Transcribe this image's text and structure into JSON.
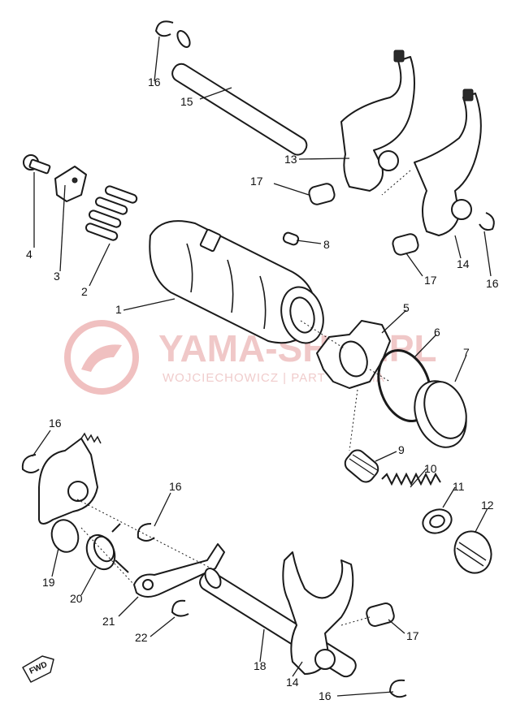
{
  "watermark": {
    "title": "YAMA-SHOP.PL",
    "subtitle": "WOJCIECHOWICZ | PART YAMAHA",
    "color": "#e8a0a0"
  },
  "direction_label": "FWD",
  "callouts": [
    {
      "label": "1"
    },
    {
      "label": "2"
    },
    {
      "label": "3"
    },
    {
      "label": "4"
    },
    {
      "label": "5"
    },
    {
      "label": "6"
    },
    {
      "label": "7"
    },
    {
      "label": "8"
    },
    {
      "label": "9"
    },
    {
      "label": "10"
    },
    {
      "label": "11"
    },
    {
      "label": "12"
    },
    {
      "label": "13"
    },
    {
      "label": "14"
    },
    {
      "label": "14"
    },
    {
      "label": "14"
    },
    {
      "label": "15"
    },
    {
      "label": "16"
    },
    {
      "label": "16"
    },
    {
      "label": "16"
    },
    {
      "label": "16"
    },
    {
      "label": "16"
    },
    {
      "label": "17"
    },
    {
      "label": "17"
    },
    {
      "label": "17"
    },
    {
      "label": "18"
    },
    {
      "label": "19"
    },
    {
      "label": "20"
    },
    {
      "label": "21"
    },
    {
      "label": "22"
    }
  ]
}
